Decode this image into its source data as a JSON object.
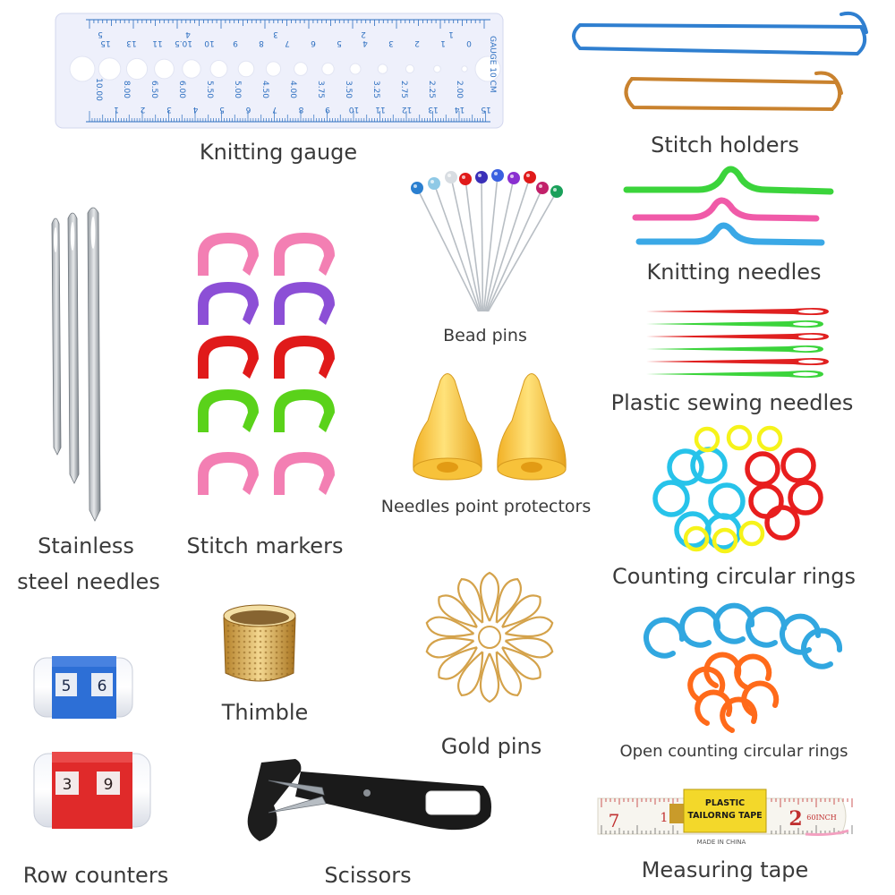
{
  "labels": {
    "knitting_gauge": "Knitting gauge",
    "stitch_holders": "Stitch holders",
    "bead_pins": "Bead pins",
    "knitting_needles": "Knitting needles",
    "plastic_sewing_needles": "Plastic sewing needles",
    "stainless_1": "Stainless",
    "stainless_2": "steel needles",
    "stitch_markers": "Stitch markers",
    "needle_protectors": "Needles point protectors",
    "counting_rings": "Counting circular rings",
    "thimble": "Thimble",
    "gold_pins": "Gold pins",
    "open_rings": "Open counting circular rings",
    "row_counters": "Row counters",
    "scissors": "Scissors",
    "measuring_tape": "Measuring tape"
  },
  "gauge": {
    "header": "GAUGE 10 CM",
    "top_ruler_numbers": [
      "5",
      "4",
      "3",
      "2",
      "1"
    ],
    "sizes_us": [
      "15",
      "13",
      "11",
      "10.5",
      "10",
      "9",
      "8",
      "7",
      "6",
      "5",
      "4",
      "3",
      "2",
      "1",
      "0"
    ],
    "sizes_mm": [
      "10.00",
      "8.00",
      "6.50",
      "6.00",
      "5.50",
      "5.00",
      "4.50",
      "4.00",
      "3.75",
      "3.50",
      "3.25",
      "2.75",
      "2.25",
      "2.00"
    ],
    "bottom_ruler_numbers": [
      "1",
      "2",
      "3",
      "4",
      "5",
      "6",
      "7",
      "8",
      "9",
      "10",
      "11",
      "12",
      "13",
      "14",
      "15"
    ]
  },
  "row_counters": {
    "top_digits": [
      "5",
      "6"
    ],
    "bottom_digits": [
      "3",
      "9"
    ]
  },
  "tape": {
    "brand_line1": "PLASTIC",
    "brand_line2": "TAILORNG TAPE",
    "made_in": "MADE IN CHINA",
    "num_left": "7",
    "num_mid": "1",
    "num_right": "2",
    "unit": "60INCH"
  },
  "colors": {
    "label": "#3a3a3a",
    "gauge_blue": "#2d6fc0",
    "holder_blue": "#2f7fd0",
    "holder_bronze": "#c9822e",
    "marker_pink": "#f37fb3",
    "marker_purple": "#8c4fd6",
    "marker_red": "#e01a1a",
    "marker_green": "#5ad21a",
    "ring_cyan": "#27c3ea",
    "ring_red": "#e81e1e",
    "ring_yellow": "#f6f31a",
    "open_ring_blue": "#31a7e0",
    "open_ring_orange": "#ff6a1a",
    "protector_yellow": "#f6c33a",
    "gold": "#d4a24a",
    "counter_blue": "#2d6fd6",
    "counter_red": "#e02a2a"
  },
  "icons": [
    "knitting-gauge",
    "stitch-holder",
    "bead-pin",
    "cable-needle",
    "plastic-sewing-needle",
    "steel-needle",
    "stitch-marker",
    "point-protector",
    "counting-ring",
    "thimble",
    "gold-pin",
    "open-ring",
    "row-counter",
    "thread-scissors",
    "measuring-tape"
  ]
}
